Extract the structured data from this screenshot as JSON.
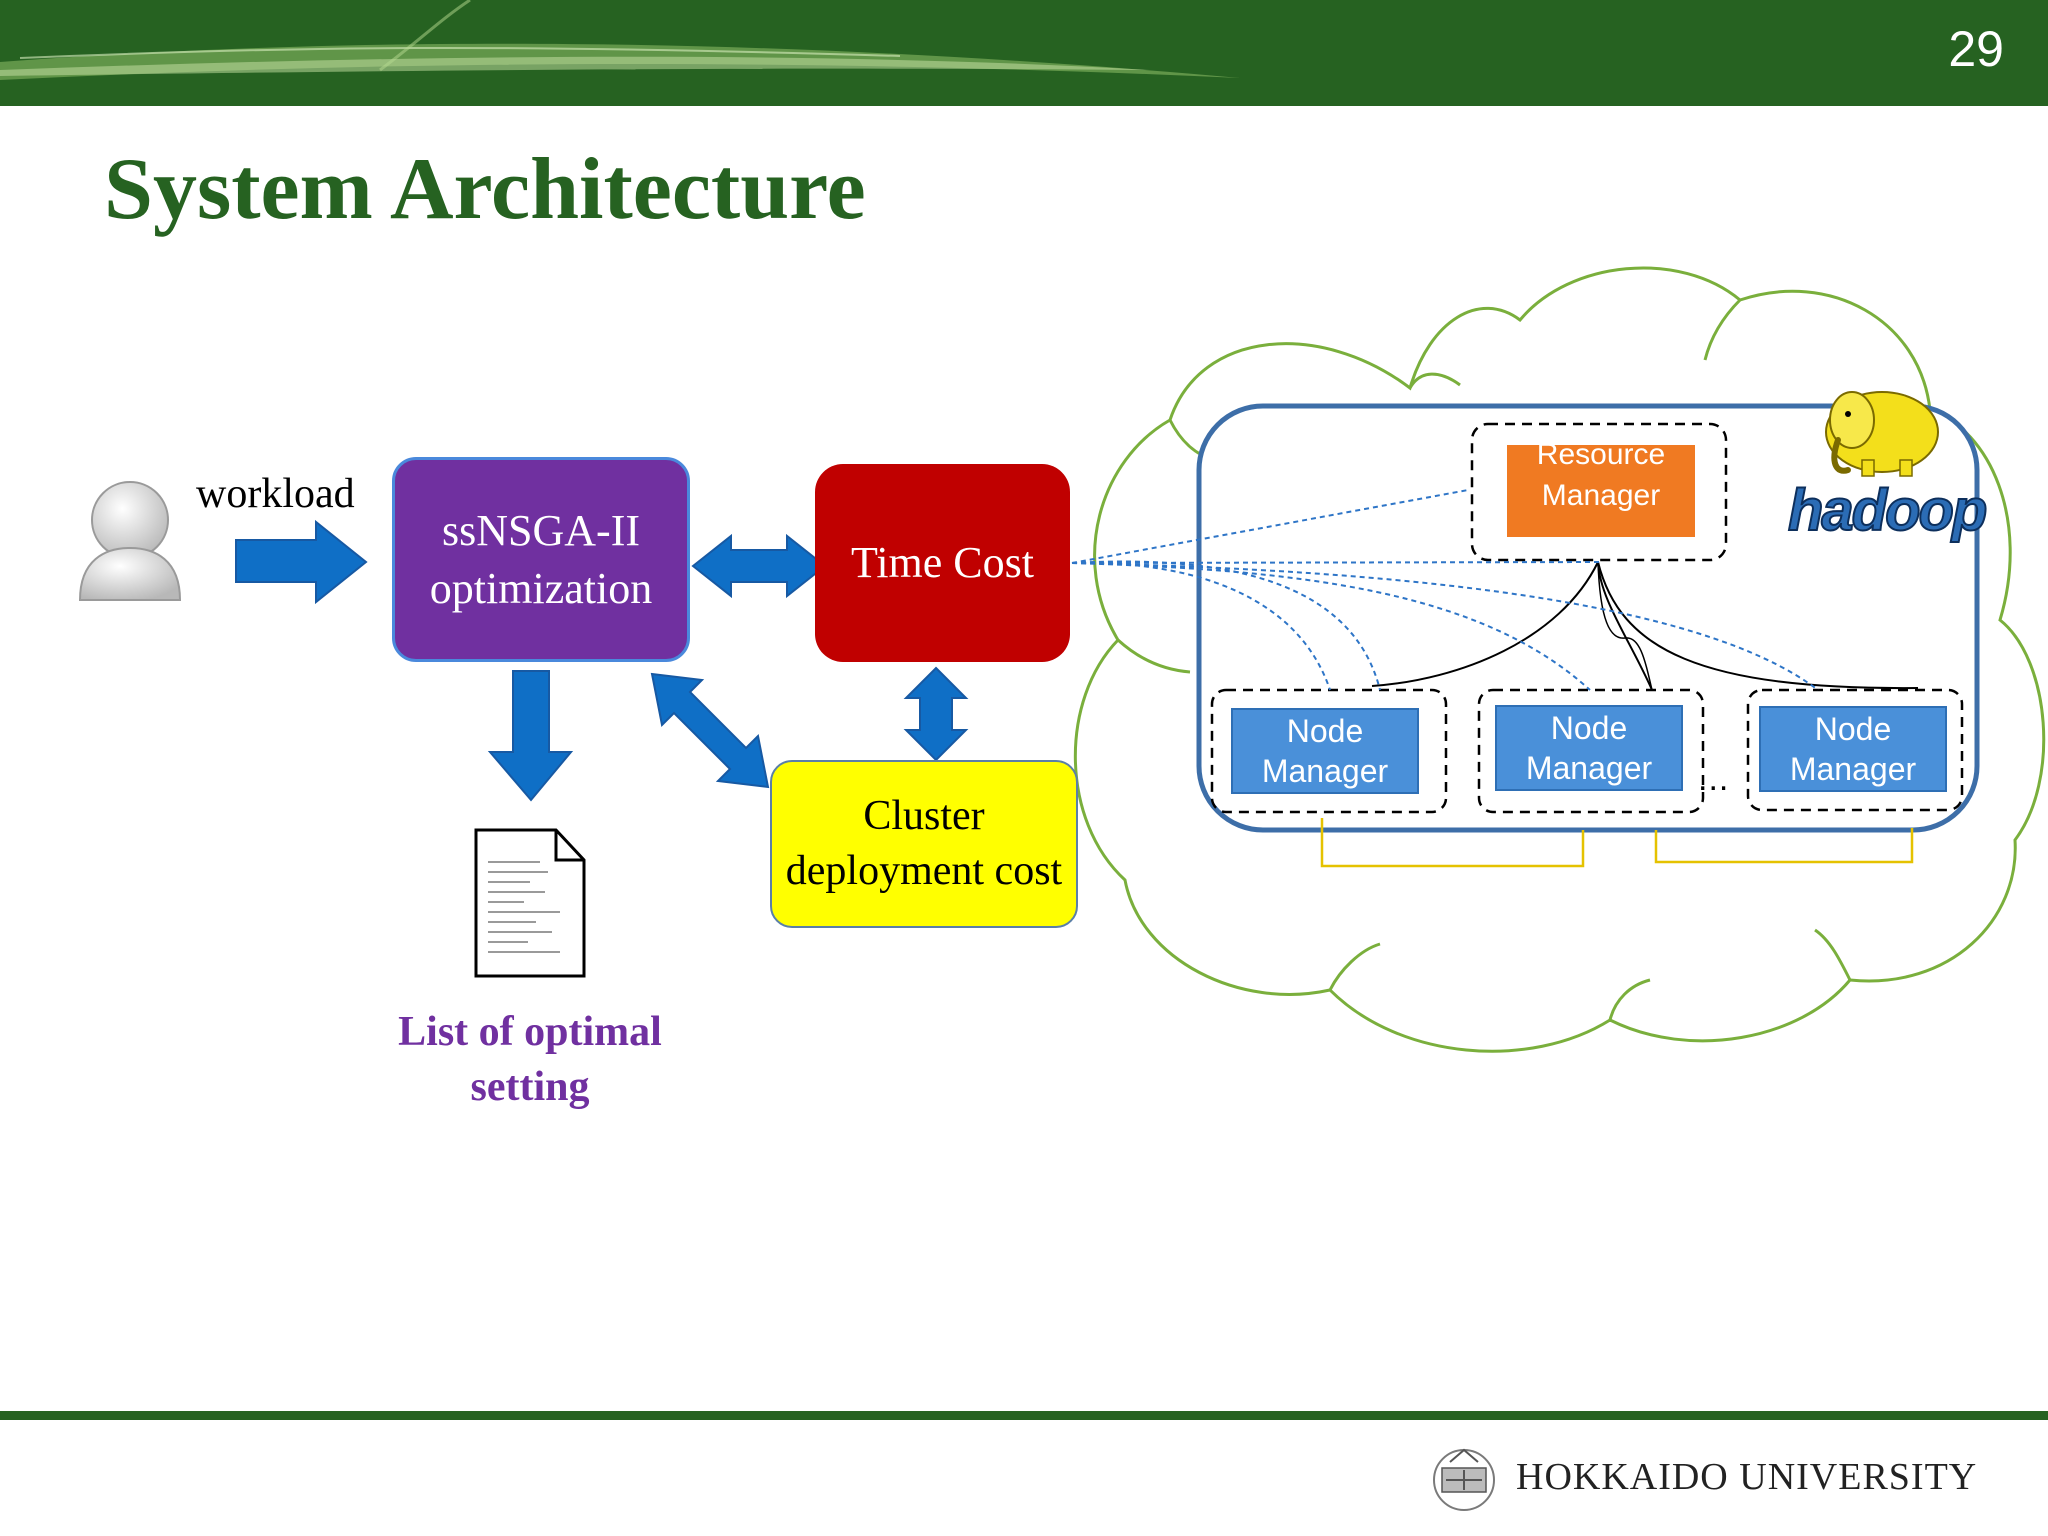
{
  "slide": {
    "number": "29",
    "title": "System Architecture"
  },
  "diagram": {
    "workload_label": "workload",
    "optimizer_label": "ssNSGA-II optimization",
    "time_cost_label": "Time Cost",
    "cluster_cost_label": "Cluster deployment cost",
    "output_label": "List of optimal setting",
    "resource_manager_label": "Resource Manager",
    "node_managers": [
      "Node Manager",
      "Node Manager",
      "Node Manager"
    ],
    "ellipsis": "...",
    "hadoop_word": "hadoop"
  },
  "footer": {
    "university": "HOKKAIDO UNIVERSITY"
  },
  "colors": {
    "brand_green": "#266221",
    "optimizer_purple": "#7030a0",
    "time_cost_red": "#c00000",
    "cluster_yellow": "#ffff00",
    "arrow_blue": "#0f6fc6",
    "resource_manager_orange": "#f07a22",
    "node_manager_blue": "#4a90d9",
    "cloud_outline": "#7aaf3c"
  },
  "icons": [
    "user-icon",
    "document-icon",
    "hadoop-elephant-icon",
    "university-crest-icon"
  ]
}
